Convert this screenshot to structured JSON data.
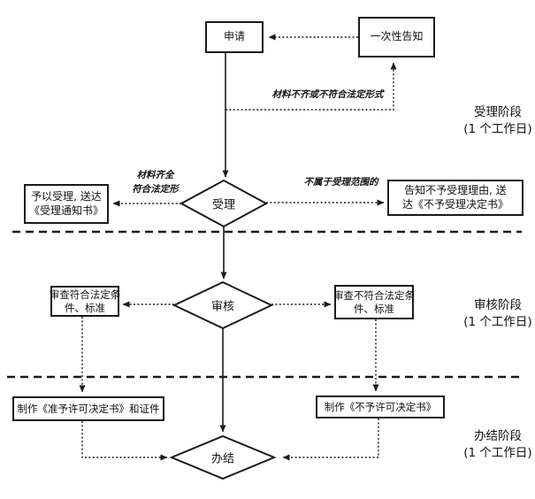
{
  "colors": {
    "line": "#1a1a1a",
    "background": "#ffffff",
    "box_fill": "#ffffff"
  },
  "flowchart": {
    "nodes": {
      "apply": {
        "label": "申请"
      },
      "one_time_notice": {
        "label": "一次性告知"
      },
      "accept": {
        "label": "受理"
      },
      "review": {
        "label": "审核"
      },
      "complete": {
        "label": "办结"
      },
      "accept_result": {
        "lines": [
          "予以受理, 送达",
          "《受理通知书》"
        ]
      },
      "reject_result": {
        "lines": [
          "告知不予受理理由, 送",
          "达《不予受理决定书》"
        ]
      },
      "review_pass": {
        "lines": [
          "审查符合法定条",
          "件、标准"
        ]
      },
      "review_fail": {
        "lines": [
          "审查不符合法定条",
          "件、标准"
        ]
      },
      "make_permit": {
        "label": "制作《准予许可决定书》和证件"
      },
      "make_denial": {
        "label": "制作《不予许可决定书》"
      }
    },
    "edge_labels": {
      "incomplete_materials": "材料不齐或不符合法定形式",
      "complete_materials": {
        "lines": [
          "材料齐全",
          "符合法定形"
        ]
      },
      "out_of_scope": "不属于受理范围的"
    },
    "stages": [
      {
        "name": "受理阶段",
        "duration": "(1 个工作日)"
      },
      {
        "name": "审核阶段",
        "duration": "(1 个工作日)"
      },
      {
        "name": "办结阶段",
        "duration": "(1 个工作日)"
      }
    ]
  }
}
